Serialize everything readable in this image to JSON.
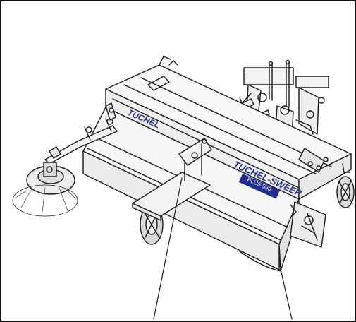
{
  "figure": {
    "brand_left": "TUCHEL",
    "brand_right": "TUCHEL-SWEEP",
    "brand_right_sub": "PLUS 590",
    "colors": {
      "line": "#1a1a1a",
      "brand_blue": "#21308f",
      "body_fill": "#f7f7f7",
      "shade_fill": "#e8e8e8"
    }
  }
}
